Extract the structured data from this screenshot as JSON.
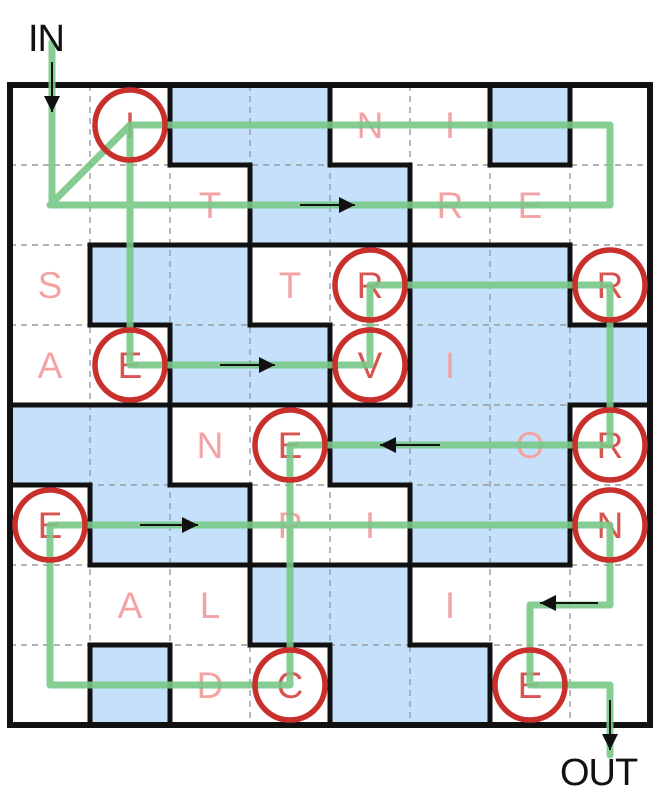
{
  "entry_label": "IN",
  "exit_label": "OUT",
  "colors": {
    "shaded": "#c5e0fa",
    "path": "#78c887",
    "letter": "#f3a3a3",
    "circle": "#c9302c",
    "circled_letter": "#d85450",
    "wall": "#111111",
    "grid": "#999999"
  },
  "grid": {
    "rows": 8,
    "cols": 8,
    "shaded": [
      [
        0,
        2
      ],
      [
        0,
        3
      ],
      [
        0,
        6
      ],
      [
        1,
        3
      ],
      [
        1,
        4
      ],
      [
        2,
        1
      ],
      [
        2,
        2
      ],
      [
        2,
        5
      ],
      [
        2,
        6
      ],
      [
        3,
        2
      ],
      [
        3,
        3
      ],
      [
        3,
        5
      ],
      [
        3,
        6
      ],
      [
        3,
        7
      ],
      [
        4,
        0
      ],
      [
        4,
        1
      ],
      [
        4,
        4
      ],
      [
        4,
        5
      ],
      [
        4,
        6
      ],
      [
        5,
        1
      ],
      [
        5,
        2
      ],
      [
        5,
        5
      ],
      [
        5,
        6
      ],
      [
        6,
        3
      ],
      [
        6,
        4
      ],
      [
        7,
        1
      ],
      [
        7,
        4
      ],
      [
        7,
        5
      ]
    ],
    "letters": [
      {
        "r": 0,
        "c": 1,
        "ch": "I",
        "circled": true
      },
      {
        "r": 0,
        "c": 4,
        "ch": "N",
        "circled": false
      },
      {
        "r": 0,
        "c": 5,
        "ch": "I",
        "circled": false
      },
      {
        "r": 1,
        "c": 2,
        "ch": "T",
        "circled": false
      },
      {
        "r": 1,
        "c": 5,
        "ch": "R",
        "circled": false
      },
      {
        "r": 1,
        "c": 6,
        "ch": "E",
        "circled": false
      },
      {
        "r": 2,
        "c": 0,
        "ch": "S",
        "circled": false
      },
      {
        "r": 2,
        "c": 3,
        "ch": "T",
        "circled": false
      },
      {
        "r": 2,
        "c": 4,
        "ch": "R",
        "circled": true
      },
      {
        "r": 2,
        "c": 7,
        "ch": "R",
        "circled": true
      },
      {
        "r": 3,
        "c": 0,
        "ch": "A",
        "circled": false
      },
      {
        "r": 3,
        "c": 1,
        "ch": "E",
        "circled": true
      },
      {
        "r": 3,
        "c": 4,
        "ch": "V",
        "circled": true
      },
      {
        "r": 3,
        "c": 5,
        "ch": "I",
        "circled": false
      },
      {
        "r": 4,
        "c": 2,
        "ch": "N",
        "circled": false
      },
      {
        "r": 4,
        "c": 3,
        "ch": "E",
        "circled": true
      },
      {
        "r": 4,
        "c": 6,
        "ch": "O",
        "circled": false
      },
      {
        "r": 4,
        "c": 7,
        "ch": "R",
        "circled": true
      },
      {
        "r": 5,
        "c": 0,
        "ch": "E",
        "circled": true
      },
      {
        "r": 5,
        "c": 3,
        "ch": "P",
        "circled": false
      },
      {
        "r": 5,
        "c": 4,
        "ch": "I",
        "circled": false
      },
      {
        "r": 5,
        "c": 7,
        "ch": "N",
        "circled": true
      },
      {
        "r": 6,
        "c": 1,
        "ch": "A",
        "circled": false
      },
      {
        "r": 6,
        "c": 2,
        "ch": "L",
        "circled": false
      },
      {
        "r": 6,
        "c": 5,
        "ch": "I",
        "circled": false
      },
      {
        "r": 7,
        "c": 2,
        "ch": "D",
        "circled": false
      },
      {
        "r": 7,
        "c": 3,
        "ch": "C",
        "circled": true
      },
      {
        "r": 7,
        "c": 6,
        "ch": "E",
        "circled": true
      }
    ],
    "path": [
      [
        0,
        1
      ],
      [
        0,
        7
      ],
      [
        1,
        7
      ],
      [
        1,
        0
      ],
      [
        0,
        1
      ],
      [
        3,
        1
      ],
      [
        3,
        4
      ],
      [
        2,
        4
      ],
      [
        2,
        7
      ],
      [
        4,
        7
      ],
      [
        4,
        3
      ],
      [
        7,
        3
      ],
      [
        7,
        0
      ],
      [
        5,
        0
      ],
      [
        5,
        7
      ],
      [
        6,
        7
      ],
      [
        6,
        6
      ],
      [
        7,
        6
      ],
      [
        7,
        7
      ]
    ]
  }
}
